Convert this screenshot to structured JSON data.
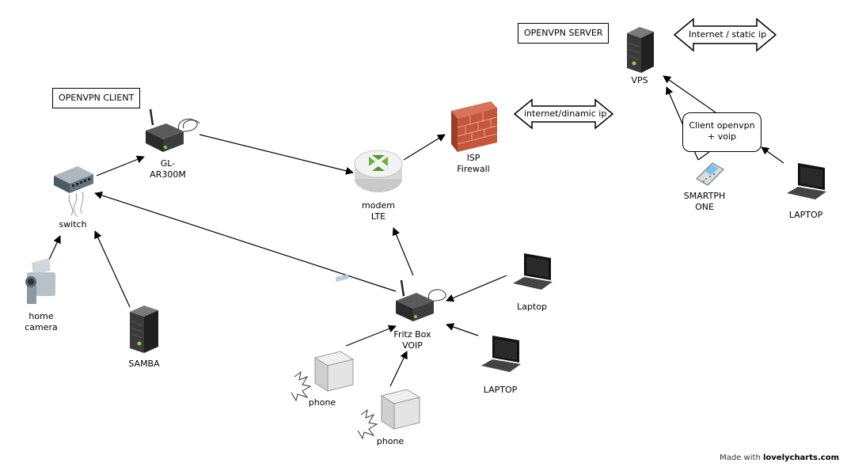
{
  "boxes": {
    "openvpn_client": "OPENVPN CLIENT",
    "openvpn_server": "OPENVPN SERVER",
    "client_openvpn_voip": [
      "Client openvpn",
      "+ voip"
    ]
  },
  "double_arrows": {
    "internet_dynamic": "internet/dinamic ip",
    "internet_static": "Internet / static ip"
  },
  "nodes": {
    "gl_router": [
      "GL-",
      "AR300M"
    ],
    "switch": "switch",
    "modem": [
      "modem",
      "LTE"
    ],
    "isp_firewall": [
      "ISP",
      "Firewall"
    ],
    "vps": "VPS",
    "smartphone": [
      "SMARTPH",
      "ONE"
    ],
    "laptop_right": "LAPTOP",
    "home_camera": [
      "home",
      "camera"
    ],
    "samba": "SAMBA",
    "fritz_box": [
      "Fritz Box",
      "VOIP"
    ],
    "laptop_mid": "Laptop",
    "laptop_lower": "LAPTOP",
    "phone_left": "phone",
    "phone_right": "phone"
  },
  "credit": {
    "prefix": "Made with ",
    "brand": "lovelycharts.com"
  }
}
